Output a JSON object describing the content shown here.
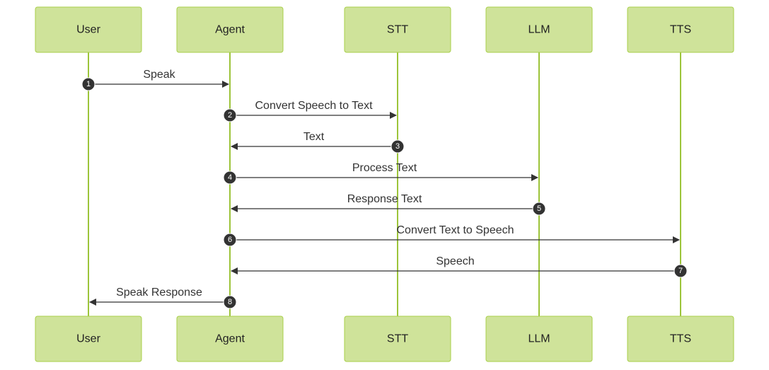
{
  "diagram": {
    "type": "sequence",
    "participants": [
      {
        "id": "user",
        "label": "User"
      },
      {
        "id": "agent",
        "label": "Agent"
      },
      {
        "id": "stt",
        "label": "STT"
      },
      {
        "id": "llm",
        "label": "LLM"
      },
      {
        "id": "tts",
        "label": "TTS"
      }
    ],
    "messages": [
      {
        "number": "1",
        "from": "user",
        "to": "agent",
        "label": "Speak"
      },
      {
        "number": "2",
        "from": "agent",
        "to": "stt",
        "label": "Convert Speech to Text"
      },
      {
        "number": "3",
        "from": "stt",
        "to": "agent",
        "label": "Text"
      },
      {
        "number": "4",
        "from": "agent",
        "to": "llm",
        "label": "Process Text"
      },
      {
        "number": "5",
        "from": "llm",
        "to": "agent",
        "label": "Response Text"
      },
      {
        "number": "6",
        "from": "agent",
        "to": "tts",
        "label": "Convert Text to Speech"
      },
      {
        "number": "7",
        "from": "tts",
        "to": "agent",
        "label": "Speech"
      },
      {
        "number": "8",
        "from": "agent",
        "to": "user",
        "label": "Speak Response"
      }
    ]
  },
  "colors": {
    "actor_fill": "#cfe39a",
    "actor_stroke": "#a8cf4a",
    "lifeline": "#9cc43a",
    "arrow": "#333333",
    "badge": "#333333"
  }
}
